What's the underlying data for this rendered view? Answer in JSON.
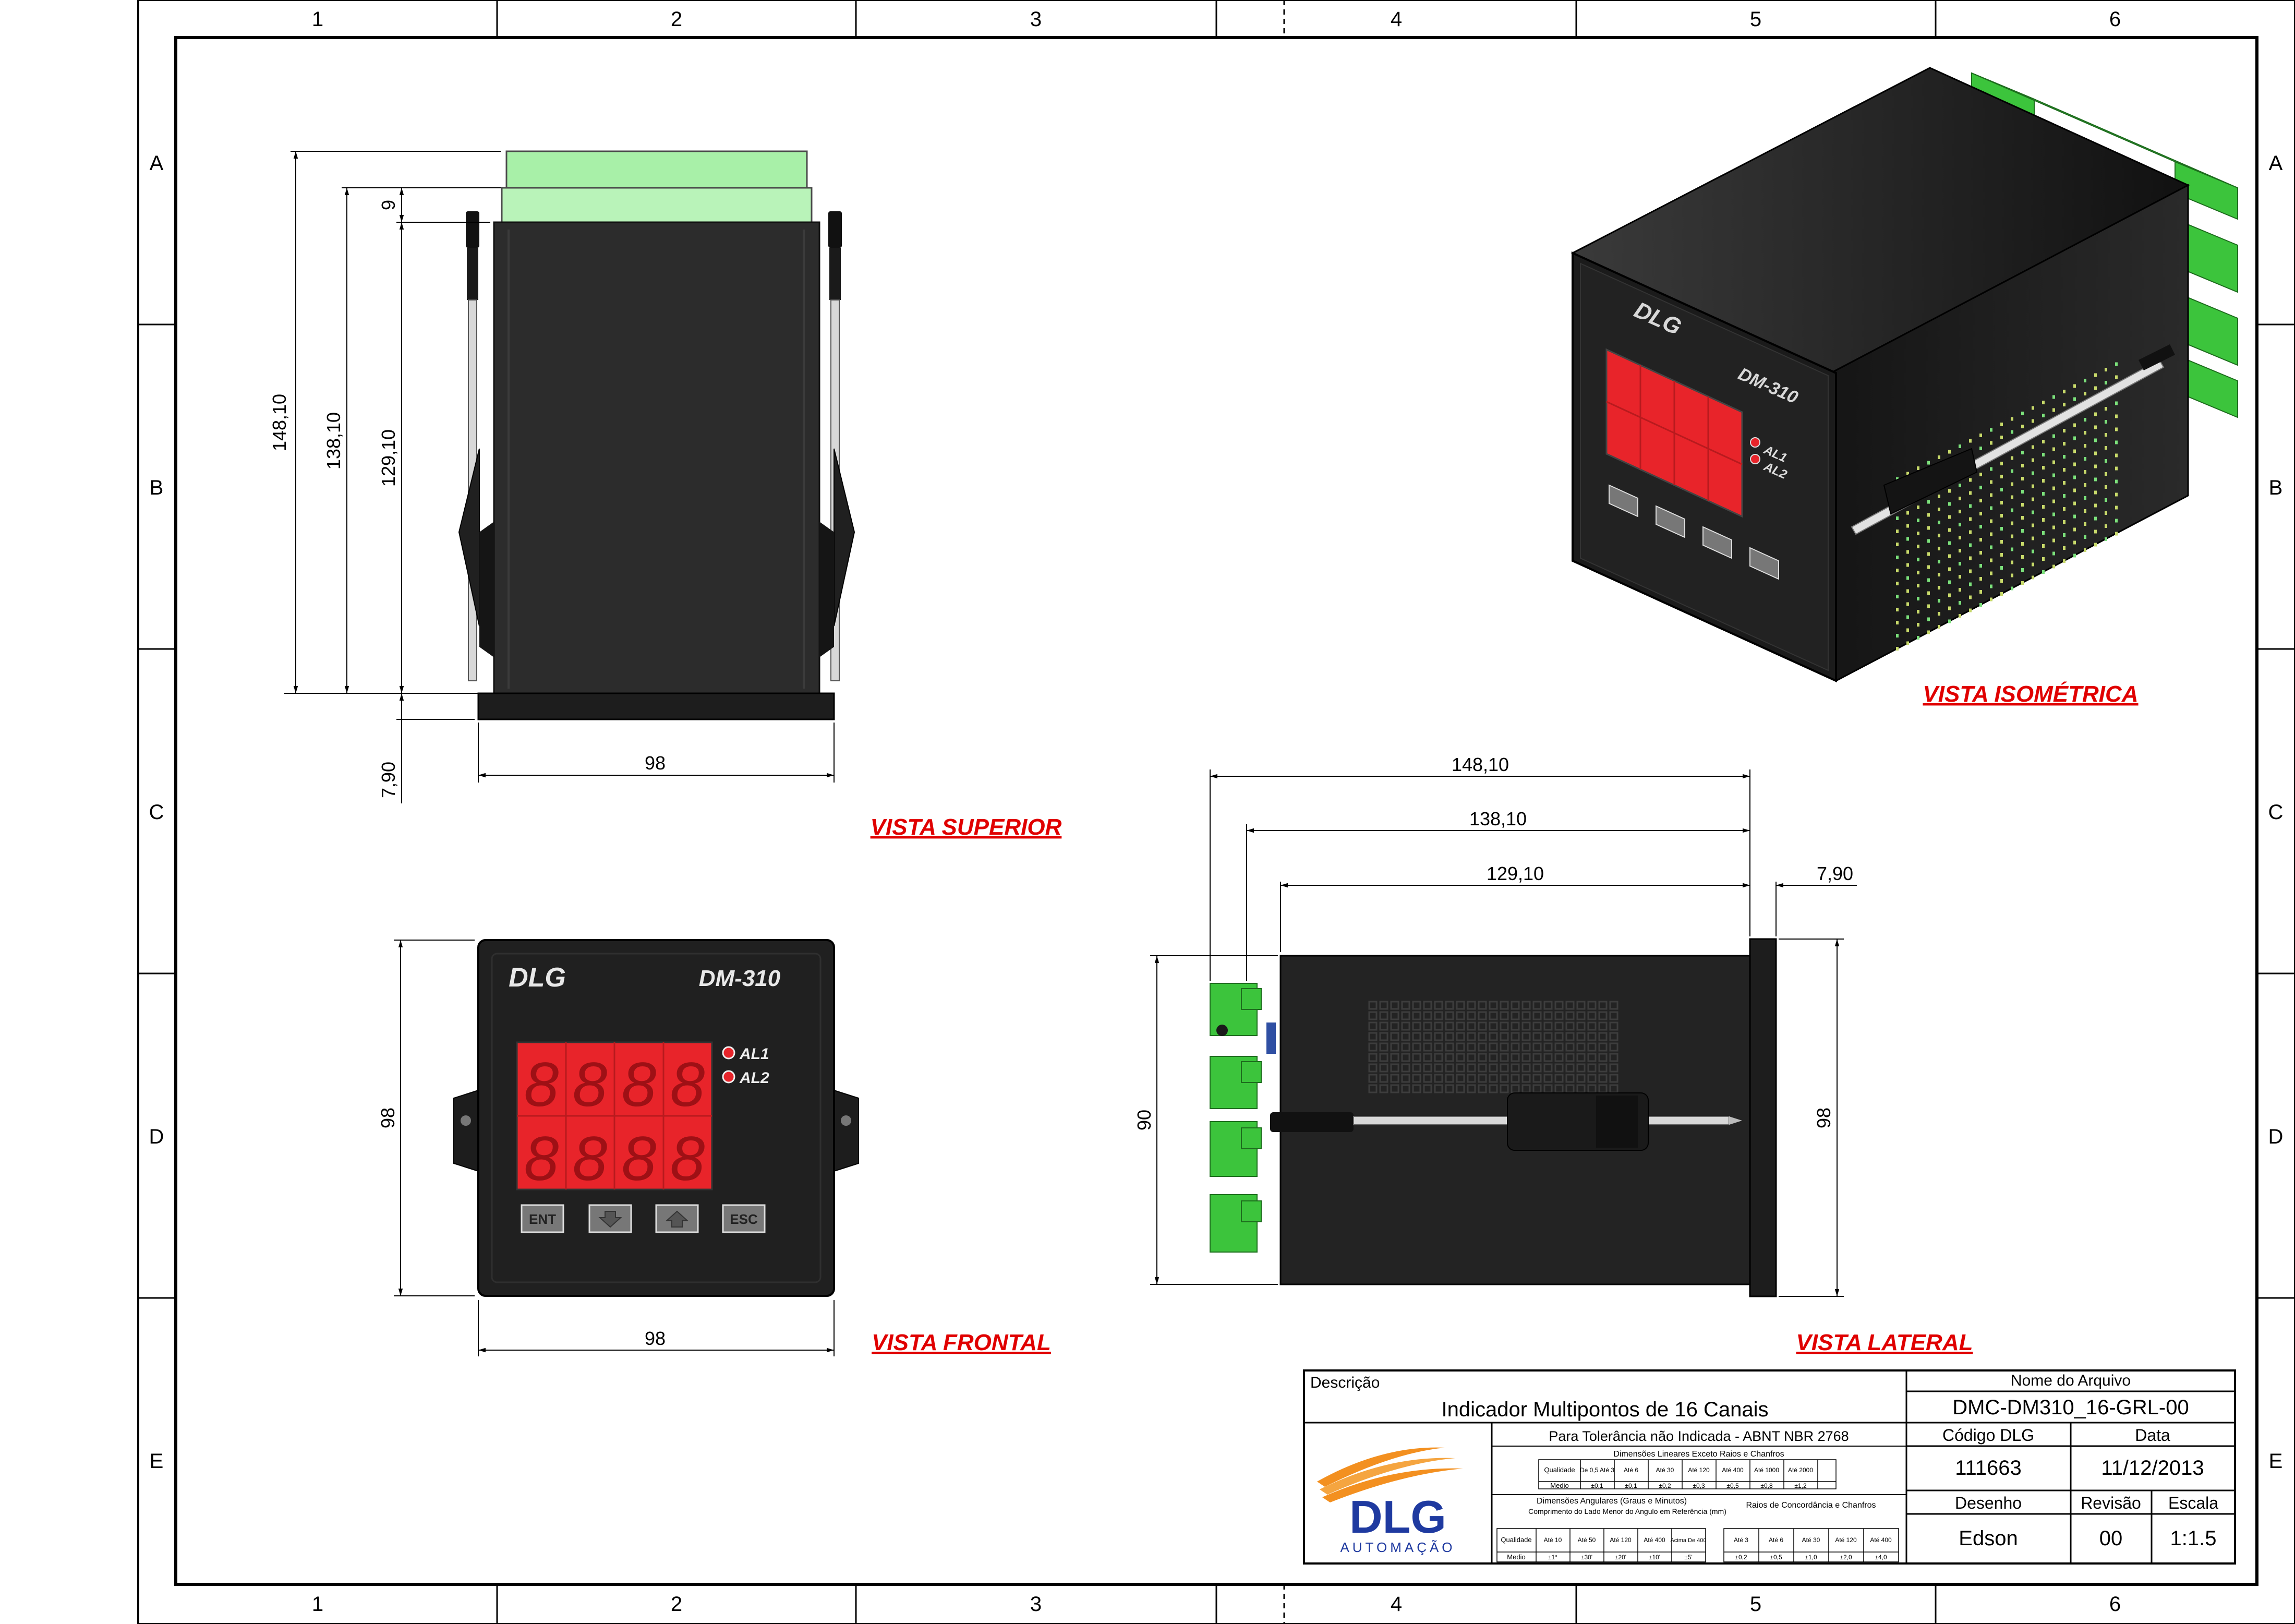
{
  "sheet": {
    "zones_top": [
      "1",
      "2",
      "3",
      "4",
      "5",
      "6"
    ],
    "zones_bottom": [
      "1",
      "2",
      "3",
      "4",
      "5",
      "6"
    ],
    "rows_left": [
      "A",
      "B",
      "C",
      "D",
      "E"
    ],
    "rows_right": [
      "A",
      "B",
      "C",
      "D",
      "E"
    ]
  },
  "views": {
    "top": "VISTA SUPERIOR",
    "front": "VISTA FRONTAL",
    "side": "VISTA LATERAL",
    "iso": "VISTA ISOMÉTRICA"
  },
  "device": {
    "brand": "DLG",
    "model": "DM-310",
    "alarm1": "AL1",
    "alarm2": "AL2",
    "buttons": [
      "ENT",
      "ESC"
    ],
    "colors": {
      "body": "#1e1e1e",
      "display": "#e8242a",
      "terminal": "#3cc43c",
      "terminal_light": "#a8f0a8"
    }
  },
  "dimensions": {
    "top_view": {
      "h1": "148,10",
      "h2": "138,10",
      "h3": "129,10",
      "h4": "9",
      "h5": "7,90",
      "w": "98"
    },
    "front_view": {
      "h": "98",
      "w": "98"
    },
    "side_view": {
      "d1": "148,10",
      "d2": "138,10",
      "d3": "129,10",
      "d4": "7,90",
      "h_left": "90",
      "h_right": "98"
    }
  },
  "title_block": {
    "descricao_label": "Descrição",
    "descricao": "Indicador Multipontos de 16 Canais",
    "tolerance_note": "Para Tolerância não Indicada - ABNT NBR 2768",
    "linear_header": "Dimensões Lineares Exceto Raios e Chanfros",
    "linear_row_label_q": "Qualidade",
    "linear_row_label_m": "Medio",
    "linear_ranges": [
      "De 0,5 Até 3",
      "Até 6",
      "Até 30",
      "Até 120",
      "Até 400",
      "Até 1000",
      "Até 2000"
    ],
    "linear_values": [
      "±0,1",
      "±0,1",
      "±0,2",
      "±0,3",
      "±0,5",
      "±0,8",
      "±1,2"
    ],
    "angular_header": "Dimensões Angulares (Graus e Minutos)",
    "angular_sub": "Comprimento do Lado Menor do Angulo em Referência (mm)",
    "angular_ranges": [
      "Até 10",
      "Até 50",
      "Até 120",
      "Até 400",
      "Acima De 400"
    ],
    "angular_values": [
      "±1°",
      "±30'",
      "±20'",
      "±10'",
      "±5'"
    ],
    "radius_header": "Raios de Concordância e Chanfros",
    "radius_ranges": [
      "Até 3",
      "Até 6",
      "Até 30",
      "Até 120",
      "Até 400"
    ],
    "radius_values": [
      "±0,2",
      "±0,5",
      "±1,0",
      "±2,0",
      "±4,0"
    ],
    "logo_brand": "DLG",
    "logo_sub": "AUTOMAÇÃO",
    "nome_arquivo_label": "Nome do Arquivo",
    "nome_arquivo": "DMC-DM310_16-GRL-00",
    "codigo_label": "Código DLG",
    "codigo": "111663",
    "data_label": "Data",
    "data": "11/12/2013",
    "desenho_label": "Desenho",
    "desenho": "Edson",
    "revisao_label": "Revisão",
    "revisao": "00",
    "escala_label": "Escala",
    "escala": "1:1.5"
  }
}
